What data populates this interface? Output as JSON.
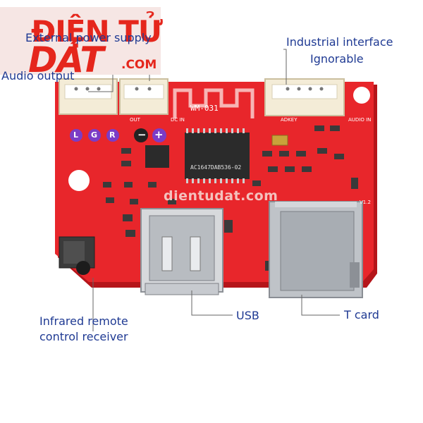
{
  "logo": {
    "top_text": "ĐIỆN TỬ",
    "big_text": "DÁT",
    "suffix": ".COM"
  },
  "labels": {
    "power_supply": "External power supply",
    "audio_output": "Audio output",
    "industrial_line1": "Industrial interface",
    "industrial_line2": "Ignorable",
    "ir_line1": "Infrared remote",
    "ir_line2": "control receiver",
    "usb": "USB",
    "tf_card": "T   card"
  },
  "board_text": {
    "module": "WM-031",
    "chip": "AC1647DAB536-02",
    "out": "OUT",
    "dc_in": "DC IN",
    "adkey": "ADKEY",
    "audio_in": "AUDIO IN",
    "version": "V1.2",
    "l": "L",
    "g": "G",
    "r": "R",
    "minus": "−",
    "plus": "+"
  },
  "watermark": "dientudat.com",
  "colors": {
    "board": "#e8262b",
    "board_edge": "#b5151a",
    "callout_text": "#1f3a93",
    "logo_red": "#e5261c"
  }
}
